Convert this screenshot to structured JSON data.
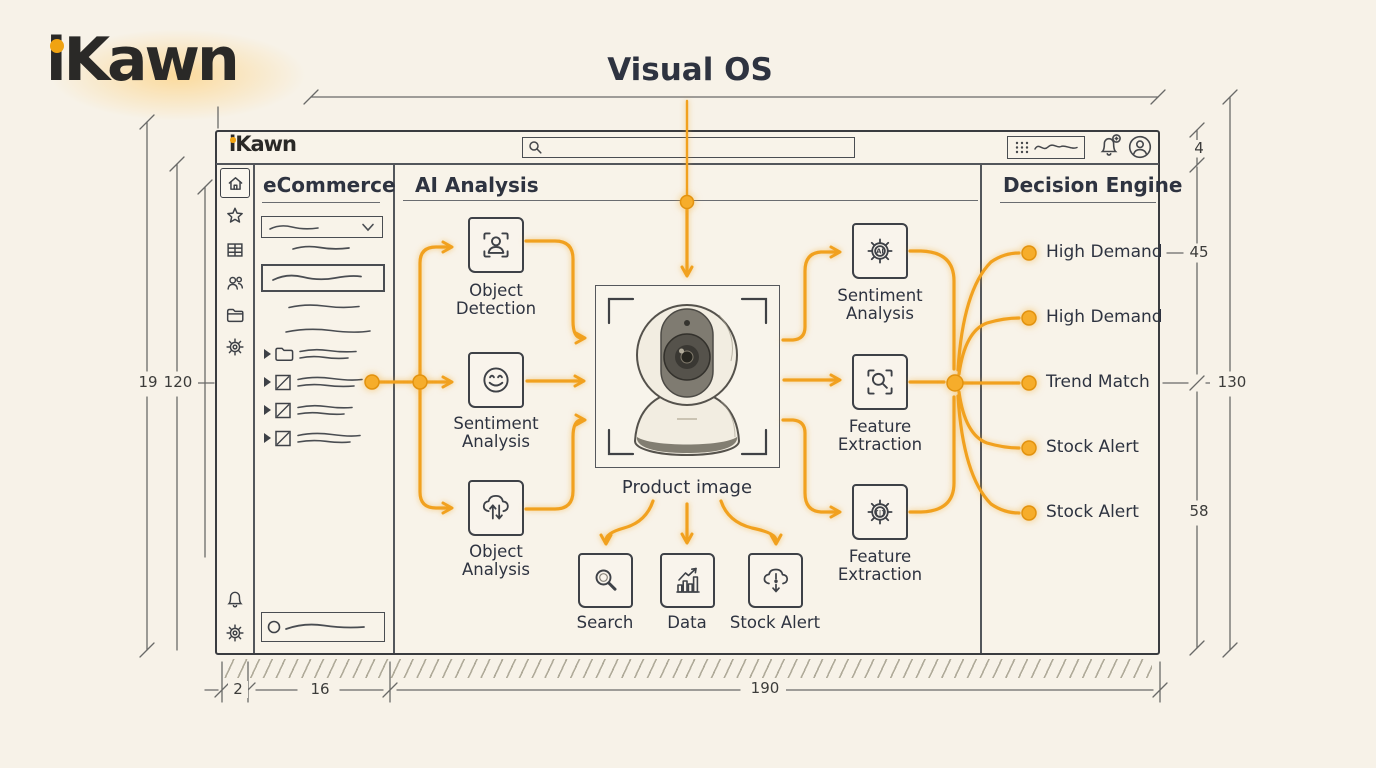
{
  "page": {
    "logo": "iKawn",
    "title": "Visual OS"
  },
  "window": {
    "header": {
      "logo": "iKawn",
      "search_value": ""
    },
    "sidebar": {
      "items": [
        "home",
        "favorites",
        "table",
        "users",
        "folder",
        "settings"
      ],
      "bottom_items": [
        "notifications",
        "settings"
      ]
    },
    "ecommerce": {
      "title": "eCommerce"
    },
    "ai_analysis": {
      "title": "AI Analysis",
      "input_nodes": [
        {
          "label": "Object Detection",
          "icon": "person-scan-icon"
        },
        {
          "label": "Sentiment Analysis",
          "icon": "smiley-icon"
        },
        {
          "label": "Object Analysis",
          "icon": "cloud-arrows-icon"
        }
      ],
      "product": {
        "label": "Product image"
      },
      "output_nodes": [
        {
          "label": "Sentiment Analysis",
          "icon": "gear-ai-icon",
          "icon_text": "AI"
        },
        {
          "label": "Feature Extraction",
          "icon": "magnifier-scan-icon",
          "icon_text": ""
        },
        {
          "label": "Feature Extraction",
          "icon": "gear-code-icon",
          "icon_text": "{|}"
        }
      ],
      "action_nodes": [
        {
          "label": "Search",
          "icon": "magnifier-icon"
        },
        {
          "label": "Data",
          "icon": "bar-chart-icon"
        },
        {
          "label": "Stock Alert",
          "icon": "cloud-alert-icon"
        }
      ]
    },
    "decision_engine": {
      "title": "Decision Engine",
      "items": [
        {
          "label": "High Demand"
        },
        {
          "label": "High Demand"
        },
        {
          "label": "Trend Match"
        },
        {
          "label": "Stock Alert"
        },
        {
          "label": "Stock Alert"
        }
      ]
    }
  },
  "dimensions": {
    "right_top": "4",
    "right_upper": "45",
    "right_full": "130",
    "right_lower": "58",
    "left_outer": "19",
    "left_inner": "120",
    "bottom_left": "2",
    "bottom_sidebar": "16",
    "bottom_main": "190"
  },
  "colors": {
    "accent": "#F1A11F",
    "ink": "#33363E",
    "paper": "#F7F2E8"
  }
}
